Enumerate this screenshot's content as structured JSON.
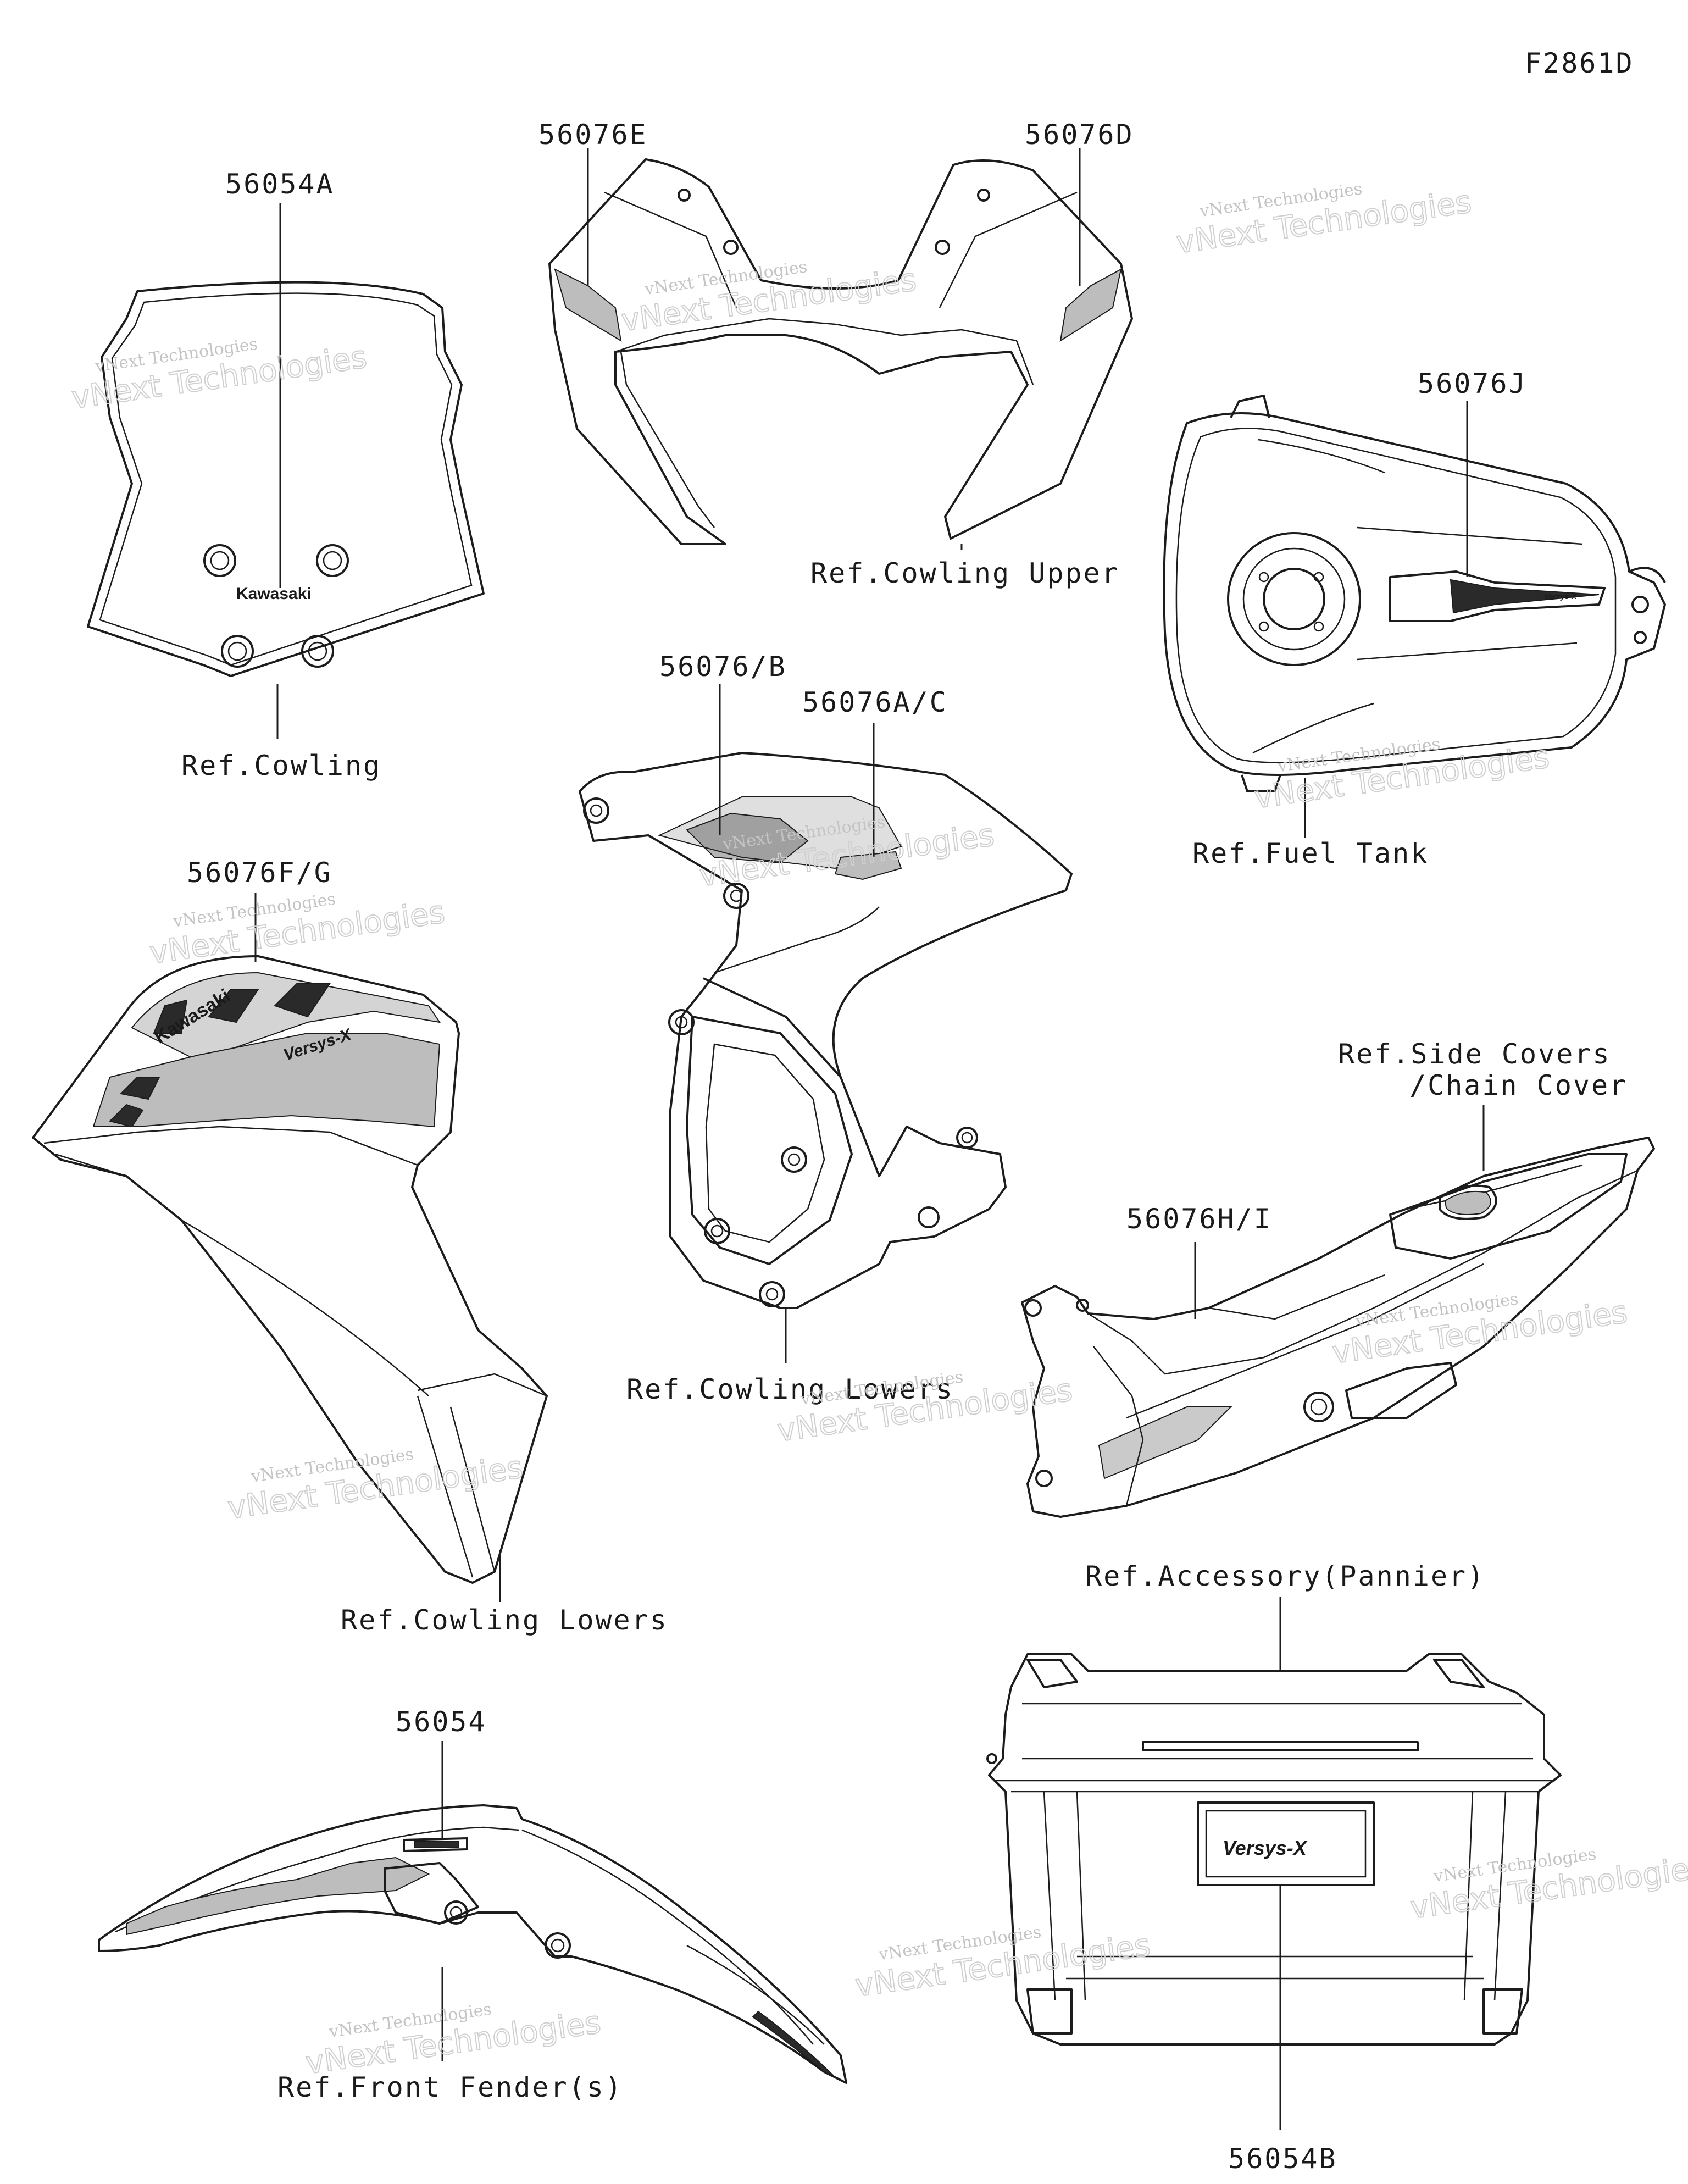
{
  "figure_code": "F2861D",
  "watermark": {
    "line1": "vNext Technologies",
    "line2": "vNext Technologies"
  },
  "labels": {
    "windshield_part": "56054A",
    "windshield_ref": "Ref.Cowling",
    "upper_left_part": "56076E",
    "upper_right_part": "56076D",
    "upper_ref": "Ref.Cowling Upper",
    "tank_part": "56076J",
    "tank_ref": "Ref.Fuel Tank",
    "shroud_b_part": "56076/B",
    "shroud_ac_part": "56076A/C",
    "shroud_ref": "Ref.Cowling Lowers",
    "lower_fg_part": "56076F/G",
    "lower_fg_ref": "Ref.Cowling Lowers",
    "side_ref_line1": "Ref.Side Covers",
    "side_ref_line2": "/Chain Cover",
    "side_part": "56076H/I",
    "pannier_ref": "Ref.Accessory(Pannier)",
    "pannier_part": "56054B",
    "fender_part": "56054",
    "fender_ref": "Ref.Front Fender(s)"
  },
  "emblems": {
    "windshield_brand": "Kawasaki",
    "lower_brand": "Kawasaki",
    "lower_model": "Versys-X",
    "pannier_model": "Versys-X",
    "tank_model": "Versys-X"
  }
}
